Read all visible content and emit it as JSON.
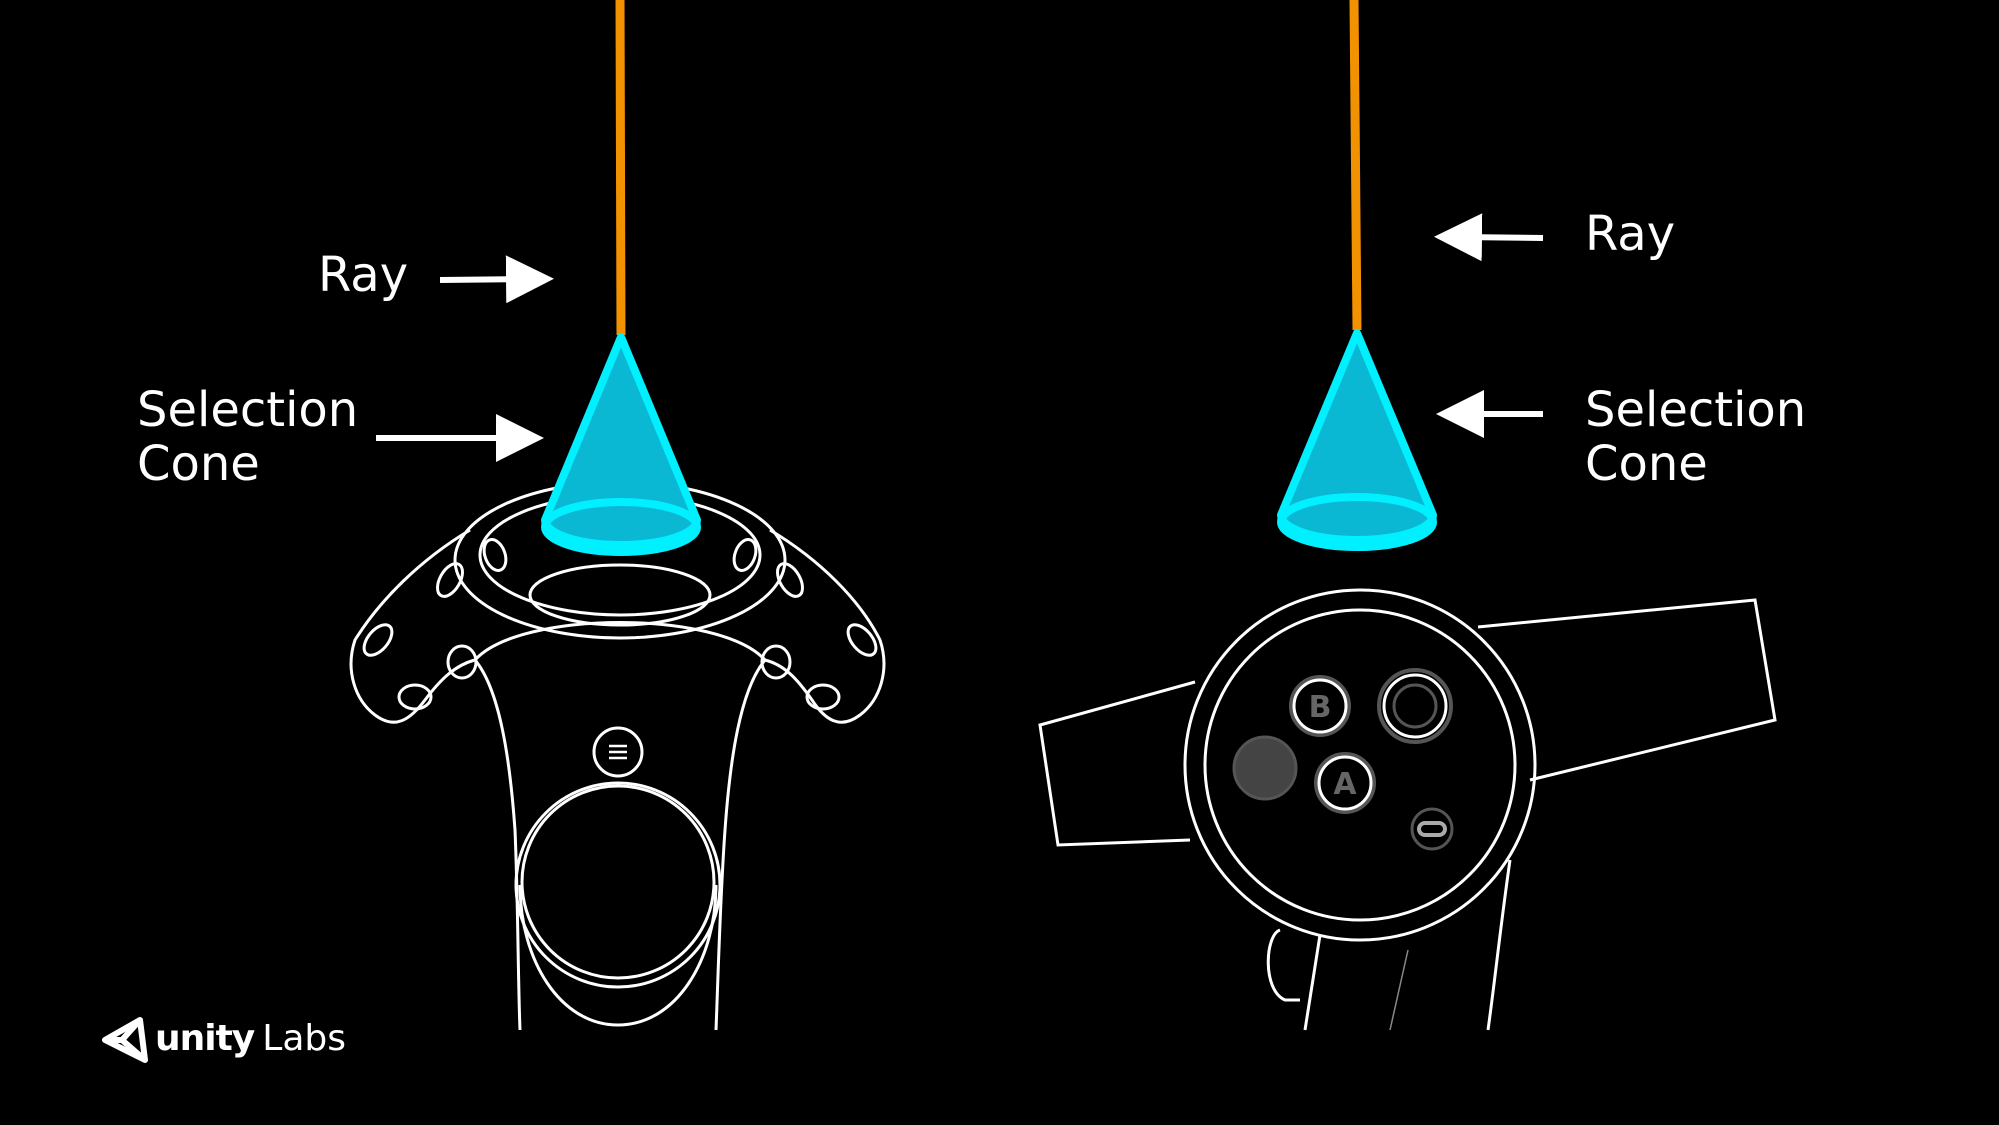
{
  "labels": {
    "left_ray": "Ray",
    "left_selection_cone": [
      "Selection",
      "Cone"
    ],
    "right_ray": "Ray",
    "right_selection_cone": [
      "Selection",
      "Cone"
    ]
  },
  "controller_buttons": {
    "b": "B",
    "a": "A"
  },
  "logo": {
    "brand": "unity",
    "suffix": "Labs"
  },
  "colors": {
    "ray": "#f39200",
    "cone_fill": "#0ab8d4",
    "cone_outline": "#00f0ff",
    "outline": "#ffffff",
    "background": "#000000"
  }
}
